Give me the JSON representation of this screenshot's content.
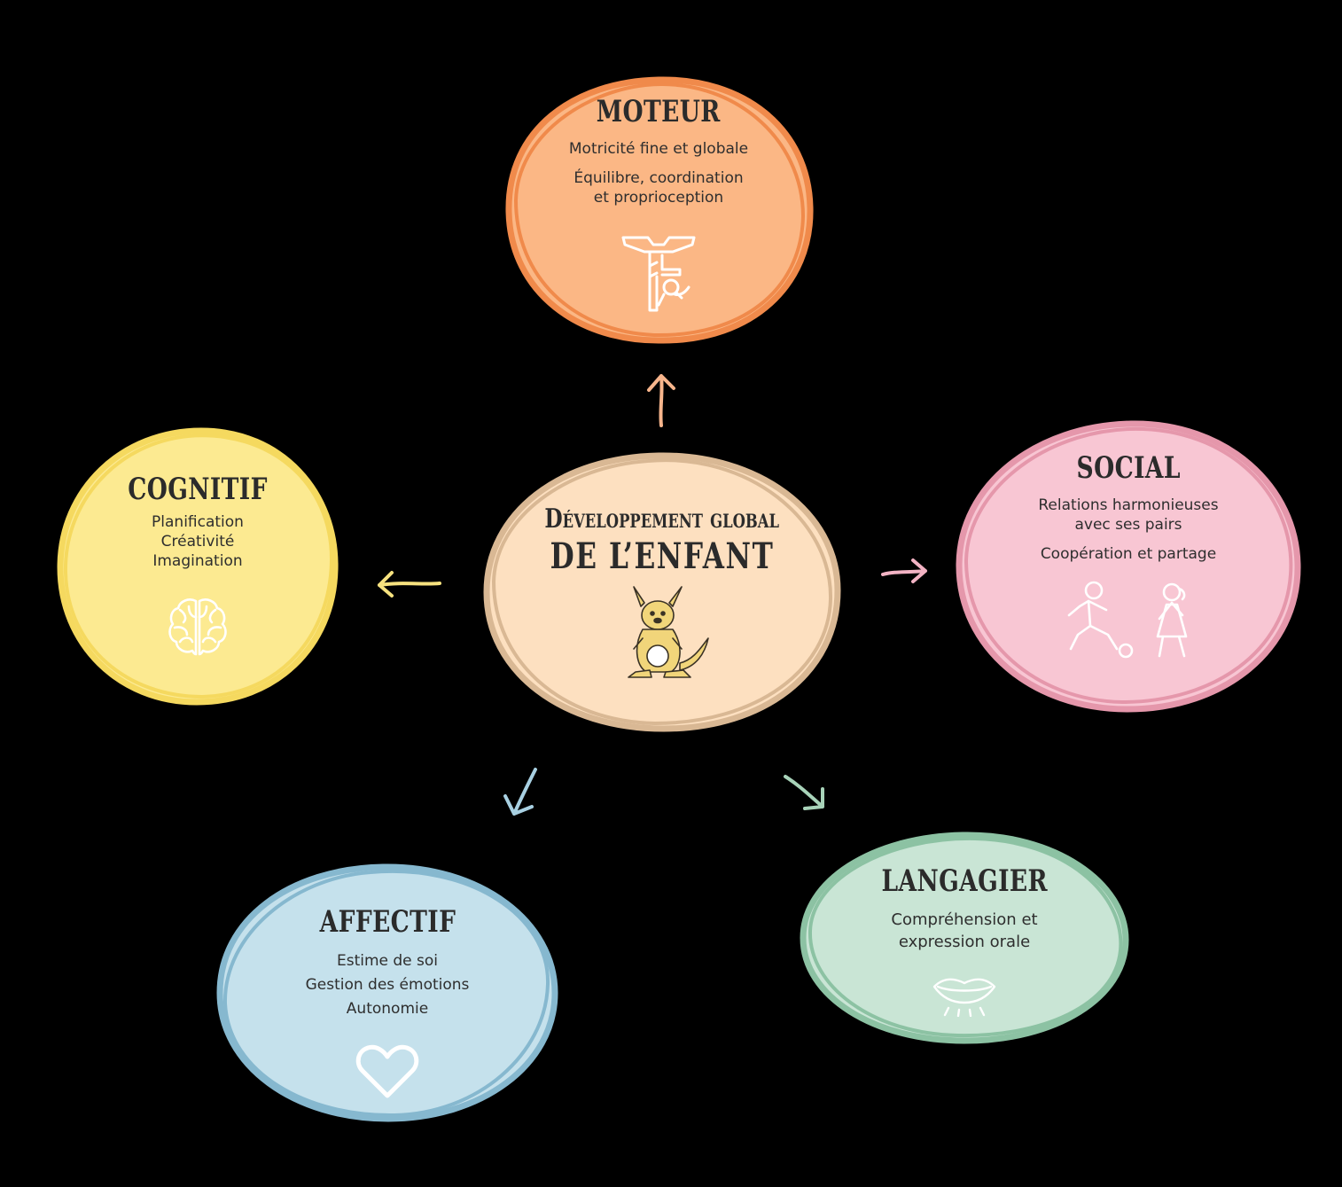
{
  "center": {
    "title_line1": "Développement global",
    "title_line2": "de l’enfant",
    "icon": "kangaroo-icon",
    "fill": "#fde0c0",
    "stroke": "#d9b894"
  },
  "nodes": {
    "moteur": {
      "title": "MOTEUR",
      "lines": [
        "Motricité fine et globale",
        "Équilibre, coordination",
        "et proprioception"
      ],
      "icon": "gymnast-icon",
      "fill": "#fbb785",
      "stroke": "#f08a4b"
    },
    "cognitif": {
      "title": "COGNITIF",
      "lines": [
        "Planification",
        "Créativité",
        "Imagination"
      ],
      "icon": "brain-icon",
      "fill": "#fcea91",
      "stroke": "#f5d95f"
    },
    "social": {
      "title": "SOCIAL",
      "lines": [
        "Relations harmonieuses",
        "avec ses pairs",
        "Coopération et partage"
      ],
      "icon": "children-playing-icon",
      "fill": "#f8c6d3",
      "stroke": "#e597ab"
    },
    "affectif": {
      "title": "AFFECTIF",
      "lines": [
        "Estime de soi",
        "Gestion des émotions",
        "Autonomie"
      ],
      "icon": "heart-icon",
      "fill": "#c5e1ec",
      "stroke": "#86b8cf"
    },
    "langagier": {
      "title": "LANGAGIER",
      "lines": [
        "Compréhension et",
        "expression orale"
      ],
      "icon": "lips-icon",
      "fill": "#c9e5d5",
      "stroke": "#8cc2a3"
    }
  },
  "arrows": {
    "to_moteur": "#f7b58c",
    "to_cognitif": "#f7e27f",
    "to_social": "#f3b3c4",
    "to_affectif": "#a8d0e2",
    "to_langagier": "#a8d3b9"
  }
}
